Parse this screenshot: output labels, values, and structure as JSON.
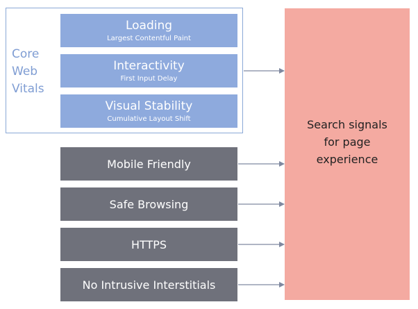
{
  "core_web_vitals": {
    "label_lines": [
      "Core",
      "Web",
      "Vitals"
    ],
    "items": [
      {
        "title": "Loading",
        "subtitle": "Largest Contentful Paint"
      },
      {
        "title": "Interactivity",
        "subtitle": "First Input Delay"
      },
      {
        "title": "Visual Stability",
        "subtitle": "Cumulative Layout Shift"
      }
    ]
  },
  "signals": [
    {
      "label": "Mobile Friendly"
    },
    {
      "label": "Safe Browsing"
    },
    {
      "label": "HTTPS"
    },
    {
      "label": "No Intrusive Interstitials"
    }
  ],
  "target": {
    "lines": [
      "Search signals",
      "for page",
      "experience"
    ]
  },
  "colors": {
    "vitals_fill": "#8eaadd",
    "vitals_frame": "#8aa8d6",
    "signals_fill": "#6f717b",
    "target_fill": "#f4aaa1",
    "arrow": "#7f89a0"
  }
}
